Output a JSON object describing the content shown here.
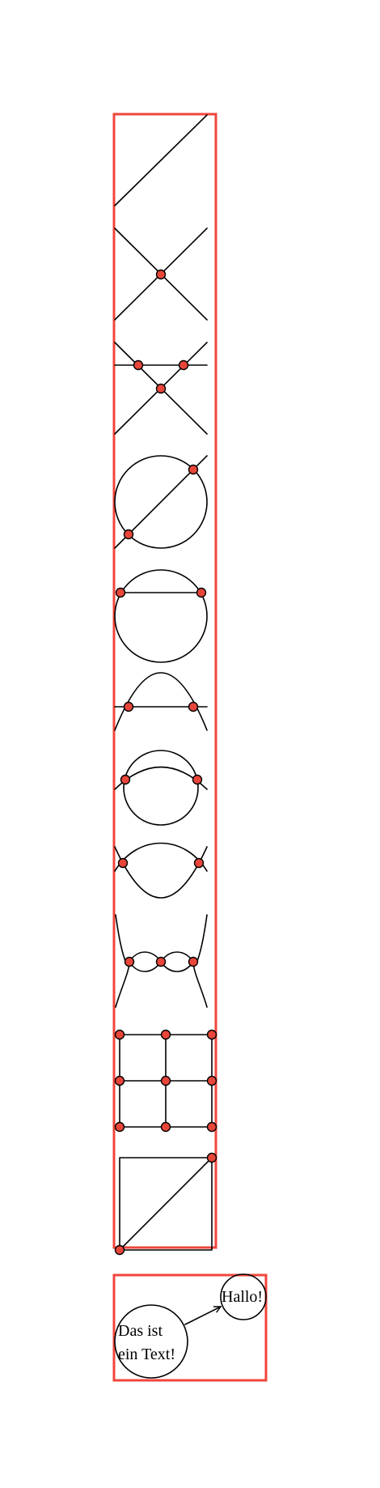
{
  "colors": {
    "frame": "#f0463c",
    "point": "#e8463a",
    "line": "#000000",
    "background": "#ffffff"
  },
  "panels": [
    "diagonal-line",
    "two-crossing-lines",
    "three-lines-triangle",
    "circle-with-secant",
    "circle-with-chord",
    "parabola-and-line",
    "circle-and-arc",
    "lens-curves",
    "wavy-curves",
    "grid-3x3",
    "square-with-diagonal"
  ],
  "lower_diagram": {
    "node_left_line1": "Das ist",
    "node_left_line2": "ein Text!",
    "node_right": "Hallo!"
  }
}
